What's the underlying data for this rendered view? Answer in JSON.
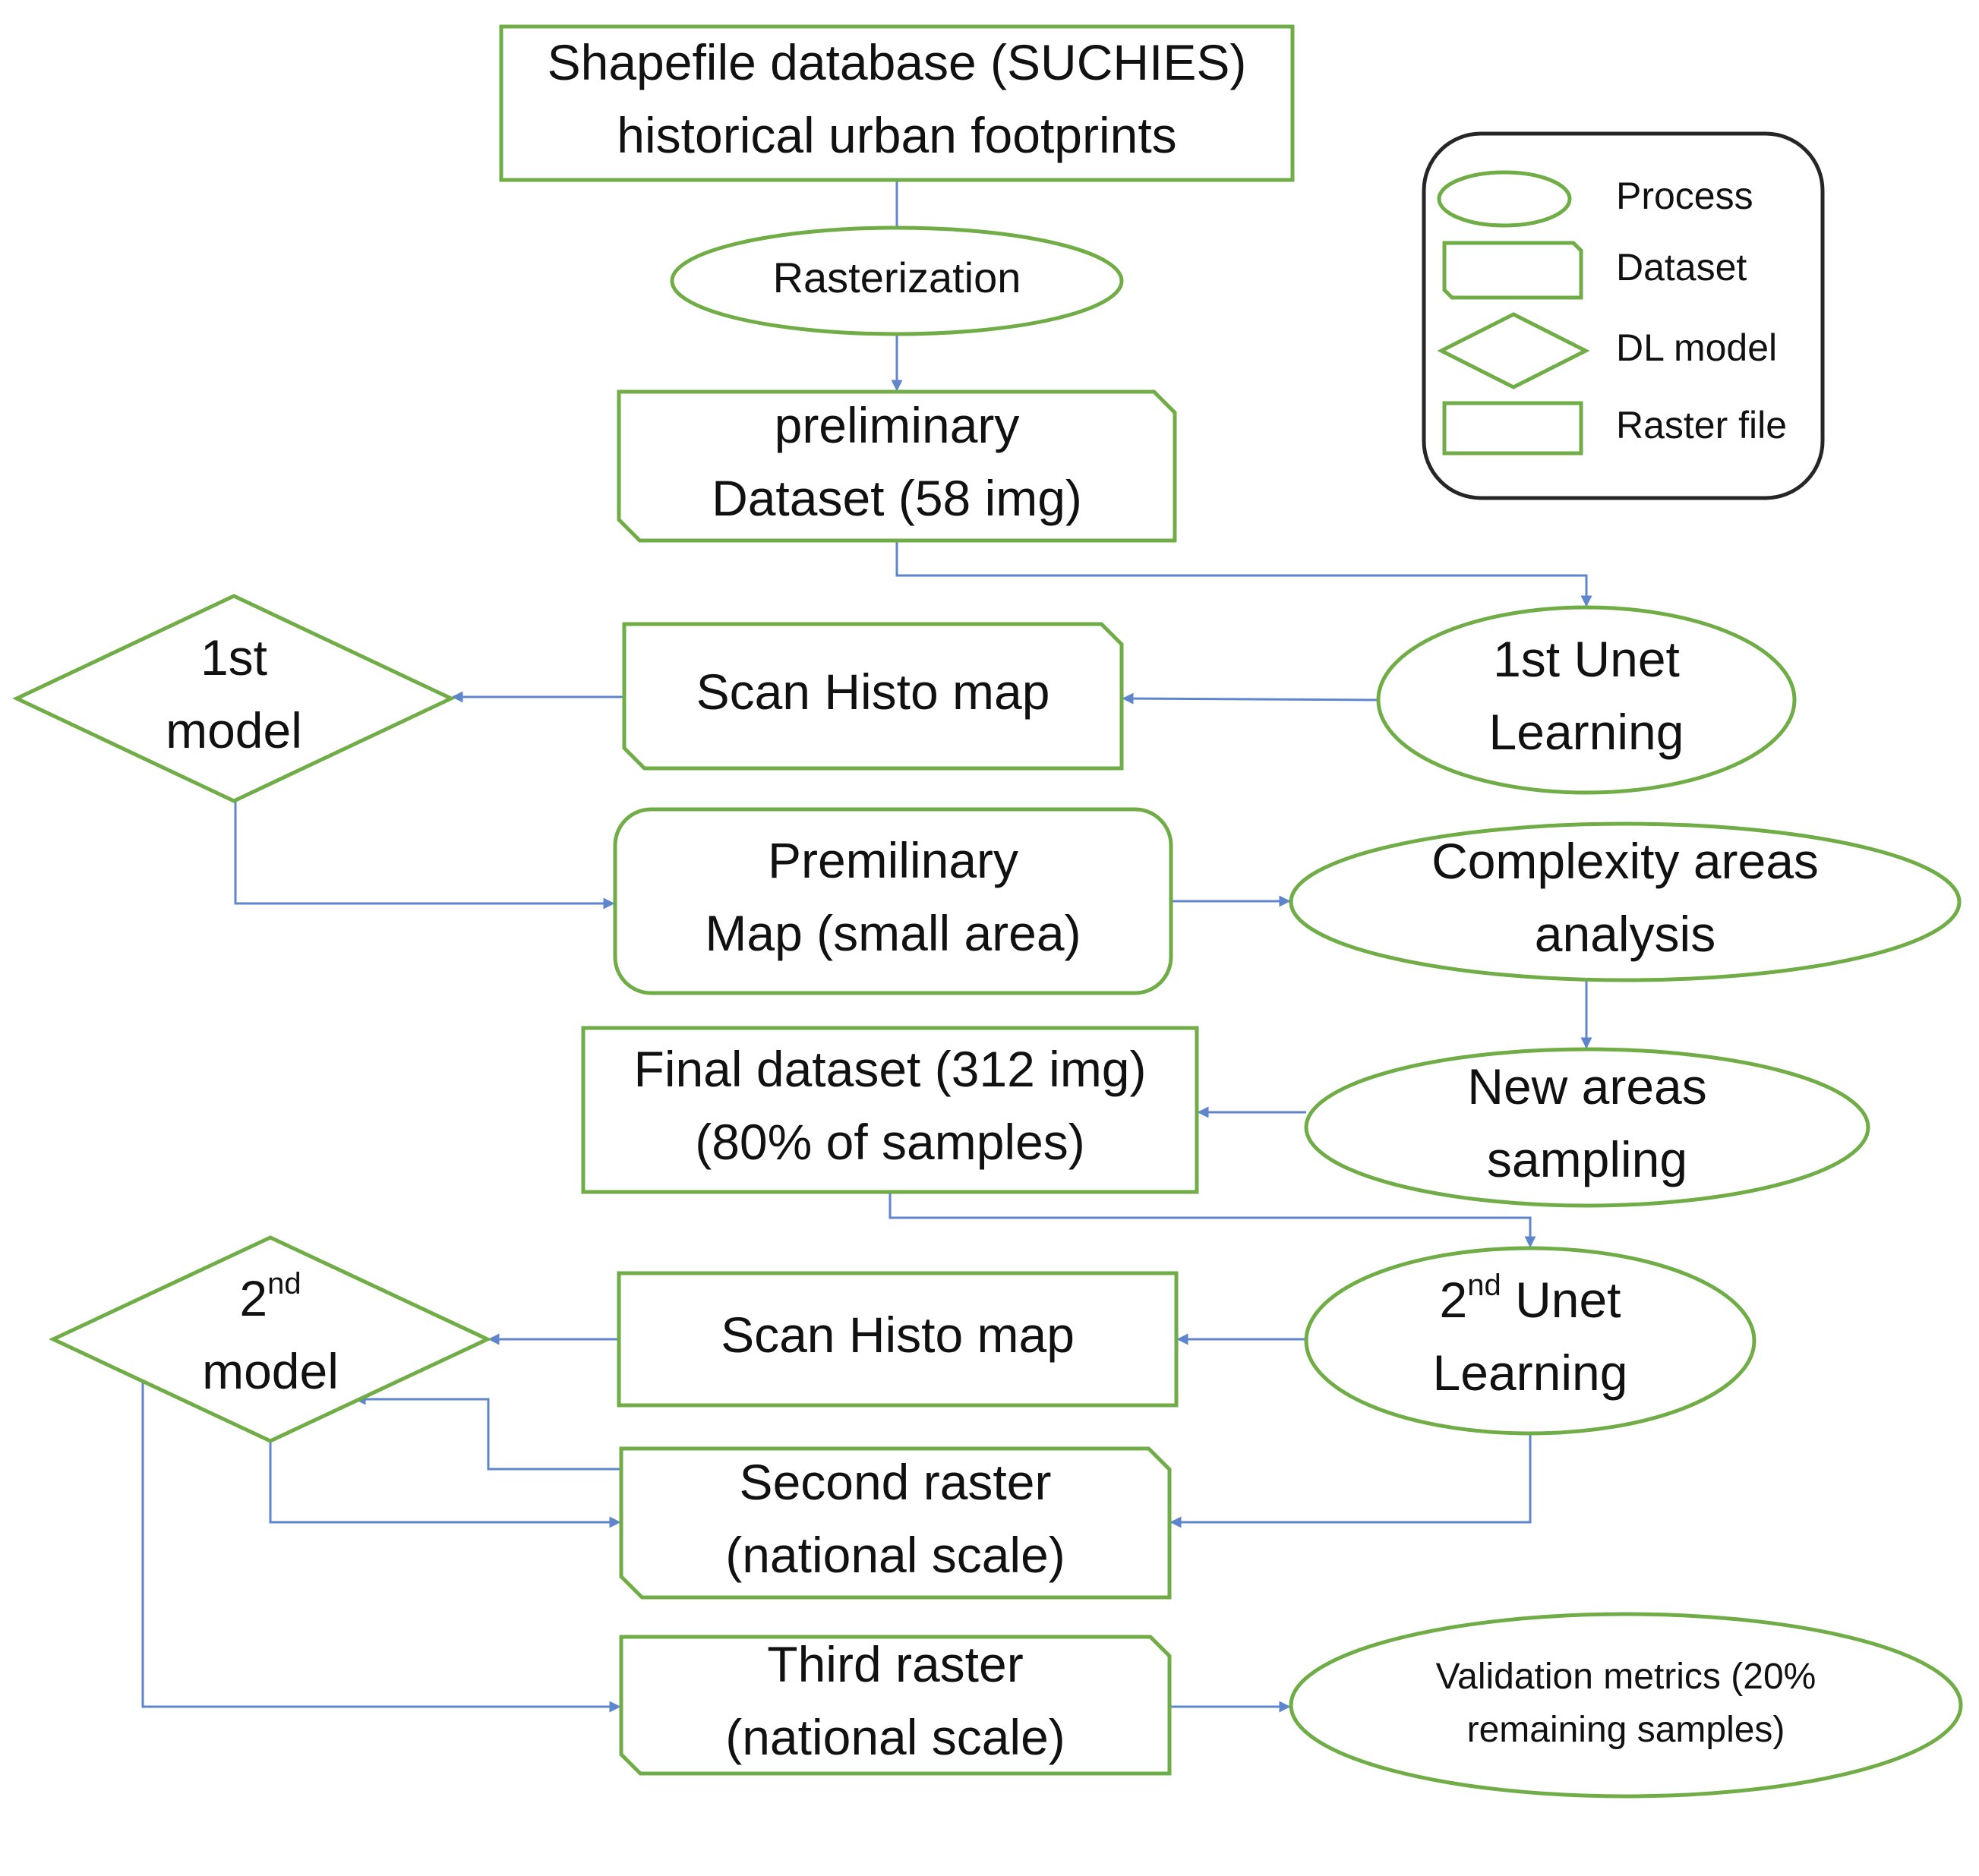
{
  "colors": {
    "node_stroke": "#70ad47",
    "edge": "#4472c4",
    "legend_frame": "#262626",
    "text": "#111111"
  },
  "legend": {
    "items": [
      {
        "shape": "ellipse",
        "label": "Process"
      },
      {
        "shape": "snip-rect",
        "label": "Dataset"
      },
      {
        "shape": "diamond",
        "label": "DL model"
      },
      {
        "shape": "rect",
        "label": "Raster file"
      }
    ]
  },
  "nodes": {
    "shapefile_db": {
      "shape": "rect",
      "lines": [
        "Shapefile database (SUCHIES)",
        "historical urban footprints"
      ]
    },
    "rasterization": {
      "shape": "ellipse",
      "lines": [
        "Rasterization"
      ]
    },
    "prelim_dataset": {
      "shape": "snip-rect",
      "lines": [
        "preliminary",
        "Dataset (58 img)"
      ]
    },
    "unet1": {
      "shape": "ellipse",
      "lines": [
        "1st Unet",
        "Learning"
      ]
    },
    "scan1": {
      "shape": "snip-rect",
      "lines": [
        "Scan Histo map"
      ]
    },
    "model1": {
      "shape": "diamond",
      "lines": [
        "1st",
        "model"
      ]
    },
    "prelim_map": {
      "shape": "round-rect",
      "lines": [
        "Premilinary",
        "Map (small area)"
      ]
    },
    "complexity": {
      "shape": "ellipse",
      "lines": [
        "Complexity areas",
        "analysis"
      ]
    },
    "new_areas": {
      "shape": "ellipse",
      "lines": [
        "New areas",
        "sampling"
      ]
    },
    "final_dataset": {
      "shape": "rect",
      "lines": [
        "Final dataset (312 img)",
        "(80% of samples)"
      ]
    },
    "unet2": {
      "shape": "ellipse",
      "lines": [
        "2|nd| Unet",
        "Learning"
      ]
    },
    "scan2": {
      "shape": "rect",
      "lines": [
        "Scan Histo map"
      ]
    },
    "model2": {
      "shape": "diamond",
      "lines": [
        "2|nd|",
        "model"
      ]
    },
    "second_raster": {
      "shape": "snip-rect",
      "lines": [
        "Second raster",
        "(national scale)"
      ]
    },
    "third_raster": {
      "shape": "snip-rect",
      "lines": [
        "Third raster",
        "(national scale)"
      ]
    },
    "validation": {
      "shape": "ellipse",
      "lines": [
        "Validation  metrics (20%",
        "remaining samples)"
      ]
    }
  },
  "edges": [
    {
      "from": "shapefile_db",
      "to": "rasterization",
      "arrow": false
    },
    {
      "from": "rasterization",
      "to": "prelim_dataset",
      "arrow": true
    },
    {
      "from": "prelim_dataset",
      "to": "unet1",
      "arrow": true
    },
    {
      "from": "unet1",
      "to": "scan1",
      "arrow": true
    },
    {
      "from": "scan1",
      "to": "model1",
      "arrow": true
    },
    {
      "from": "model1",
      "to": "prelim_map",
      "arrow": true
    },
    {
      "from": "prelim_map",
      "to": "complexity",
      "arrow": true
    },
    {
      "from": "complexity",
      "to": "new_areas",
      "arrow": true
    },
    {
      "from": "new_areas",
      "to": "final_dataset",
      "arrow": true
    },
    {
      "from": "final_dataset",
      "to": "unet2",
      "arrow": true
    },
    {
      "from": "unet2",
      "to": "scan2",
      "arrow": true
    },
    {
      "from": "scan2",
      "to": "model2",
      "arrow": true
    },
    {
      "from": "unet2",
      "to": "second_raster",
      "arrow": true
    },
    {
      "from": "model2",
      "to": "second_raster",
      "arrow": true
    },
    {
      "from": "second_raster",
      "to": "model2",
      "arrow": true
    },
    {
      "from": "model2",
      "to": "third_raster",
      "arrow": true
    },
    {
      "from": "third_raster",
      "to": "validation",
      "arrow": true
    }
  ]
}
